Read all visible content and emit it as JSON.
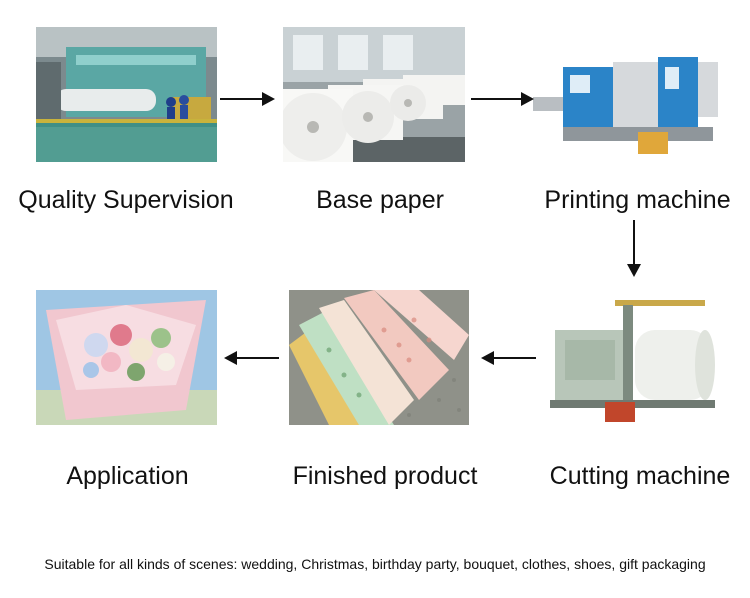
{
  "steps": [
    {
      "label": "Quality Supervision",
      "image": "paper-mill-machine-photo"
    },
    {
      "label": "Base paper",
      "image": "paper-rolls-warehouse-photo"
    },
    {
      "label": "Printing machine",
      "image": "printing-machine-photo"
    },
    {
      "label": "Cutting machine",
      "image": "cutting-machine-photo"
    },
    {
      "label": "Finished product",
      "image": "printed-tissue-sheets-photo"
    },
    {
      "label": "Application",
      "image": "flower-bouquet-photo"
    }
  ],
  "caption": "Suitable for all kinds of scenes: wedding, Christmas, birthday party, bouquet, clothes, shoes, gift packaging",
  "colors": {
    "arrow": "#111111",
    "text": "#111111",
    "machine_blue": "#2b84c8",
    "wrap_pink": "#f1c7cf"
  }
}
